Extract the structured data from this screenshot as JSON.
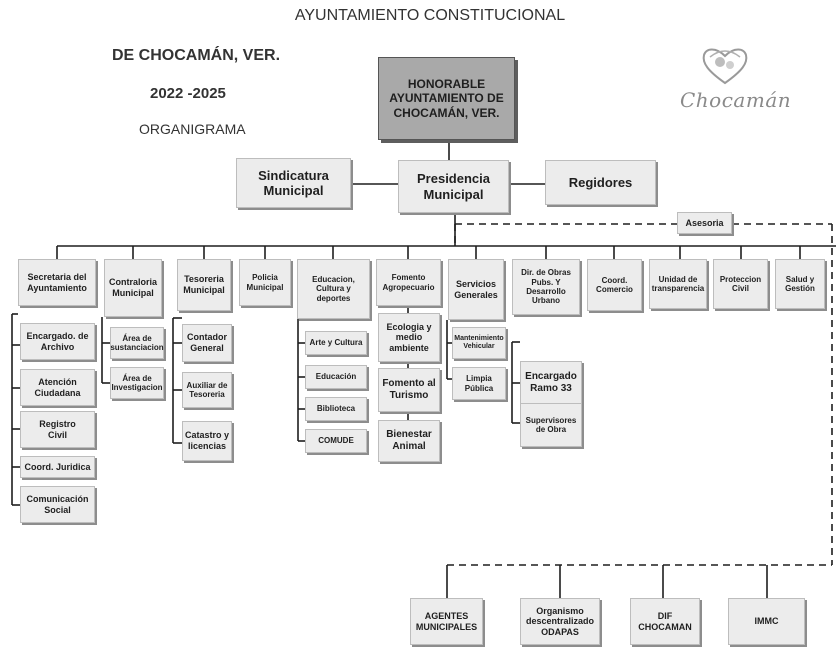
{
  "header": {
    "title": "AYUNTAMIENTO CONSTITUCIONAL",
    "municipality": "DE CHOCAMÁN, VER.",
    "period": "2022 -2025",
    "doc_type": "ORGANIGRAMA"
  },
  "logo": {
    "text": "Chocamán"
  },
  "top": {
    "honorable": "HONORABLE\nAYUNTAMIENTO DE\nCHOCAMÁN, VER.",
    "sindicatura": "Sindicatura\nMunicipal",
    "presidencia": "Presidencia\nMunicipal",
    "regidores": "Regidores",
    "asesoria": "Asesoria"
  },
  "departments": {
    "secretaria": {
      "label": "Secretaria del\nAyuntamiento",
      "children": [
        "Encargado. de\nArchivo",
        "Atención\nCiudadana",
        "Registro\nCivil",
        "Coord. Juridica",
        "Comunicación\nSocial"
      ]
    },
    "contraloria": {
      "label": "Contraloria\nMunicipal",
      "children": [
        "Área de\nsustanciacion",
        "Área de\nInvestigacion"
      ]
    },
    "tesoreria": {
      "label": "Tesoreria\nMunicipal",
      "children": [
        "Contador\nGeneral",
        "Auxiliar de\nTesoreria",
        "Catastro y\nlicencias"
      ]
    },
    "policia": {
      "label": "Policia\nMunicipal"
    },
    "educacion": {
      "label": "Educacion,\nCultura y\ndeportes",
      "children": [
        "Arte y Cultura",
        "Educación",
        "Biblioteca",
        "COMUDE"
      ]
    },
    "fomento": {
      "label": "Fomento\nAgropecuario",
      "children": [
        "Ecologia y\nmedio\nambiente",
        "Fomento al\nTurismo",
        "Bienestar\nAnimal"
      ]
    },
    "servicios": {
      "label": "Servicios\nGenerales",
      "children": [
        "Mantenimiento\nVehicular",
        "Limpia\nPública"
      ]
    },
    "obras": {
      "label": "Dir. de Obras\nPubs. Y\nDesarrollo\nUrbano",
      "children": [
        "Encargado\nRamo 33",
        "Supervisores\nde Obra"
      ]
    },
    "comercio": {
      "label": "Coord.\nComercio"
    },
    "transparencia": {
      "label": "Unidad de\ntransparencia"
    },
    "proteccion": {
      "label": "Proteccion\nCivil"
    },
    "salud": {
      "label": "Salud y\nGestión"
    }
  },
  "bottom": {
    "agentes": "AGENTES\nMUNICIPALES",
    "odapas": "Organismo\ndescentralizado\nODAPAS",
    "dif": "DIF\nCHOCAMAN",
    "immc": "IMMC"
  }
}
